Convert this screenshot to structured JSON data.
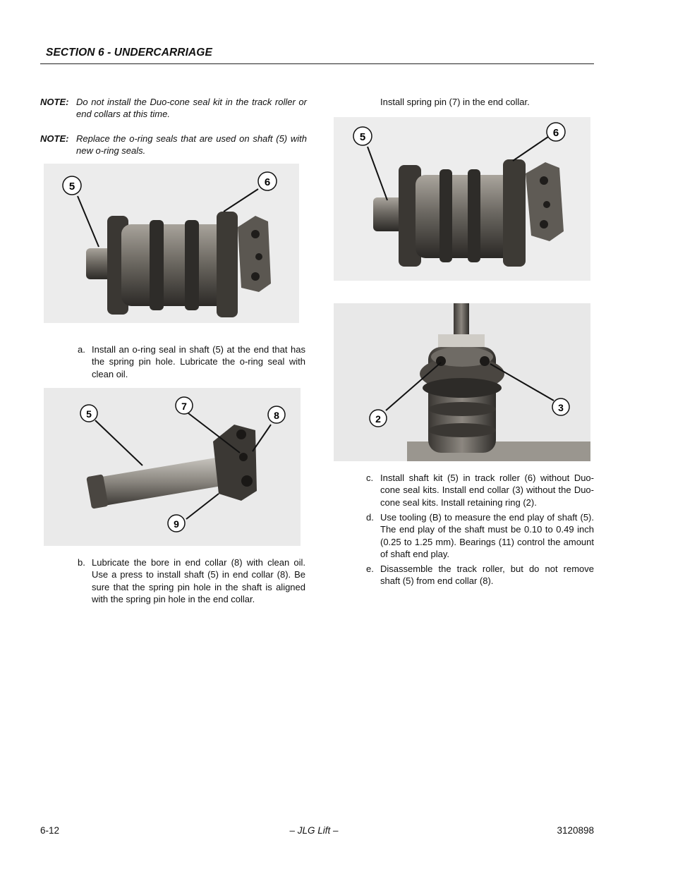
{
  "header": {
    "section_title": "SECTION 6 - UNDERCARRIAGE"
  },
  "notes": [
    {
      "label": "NOTE:",
      "text": "Do not install the Duo-cone seal kit in the track roller or end collars at this time."
    },
    {
      "label": "NOTE:",
      "text": "Replace the o-ring seals that are used on shaft (5) with new o-ring seals."
    }
  ],
  "right_intro": "Install spring pin (7) in the end collar.",
  "steps_left": [
    {
      "letter": "a.",
      "text": "Install an o-ring seal in shaft (5) at the end that has the spring pin hole. Lubricate the o-ring seal with clean oil."
    },
    {
      "letter": "b.",
      "text": "Lubricate the bore in end collar (8) with clean oil. Use a press to install shaft (5) in end collar (8). Be sure that the spring pin hole in the shaft is aligned with the spring pin hole in the end collar."
    }
  ],
  "steps_right": [
    {
      "letter": "c.",
      "text": "Install shaft kit (5) in track roller (6) without Duo-cone seal kits. Install end collar (3) without the Duo-cone seal kits. Install retaining ring (2)."
    },
    {
      "letter": "d.",
      "text": "Use tooling (B) to measure the end play of shaft (5). The end play of the shaft must be 0.10 to 0.49 inch (0.25 to 1.25 mm). Bearings (11) control the amount of shaft end play."
    },
    {
      "letter": "e.",
      "text": "Disassemble the track roller, but do not remove shaft (5) from end collar (8)."
    }
  ],
  "figures": {
    "fig1": {
      "callouts": [
        "5",
        "6"
      ]
    },
    "fig2": {
      "callouts": [
        "5",
        "7",
        "8",
        "9"
      ]
    },
    "fig3": {
      "callouts": [
        "5",
        "6"
      ]
    },
    "fig4": {
      "callouts": [
        "2",
        "3"
      ]
    }
  },
  "footer": {
    "page_number": "6-12",
    "center": "– JLG Lift –",
    "doc_number": "3120898"
  }
}
